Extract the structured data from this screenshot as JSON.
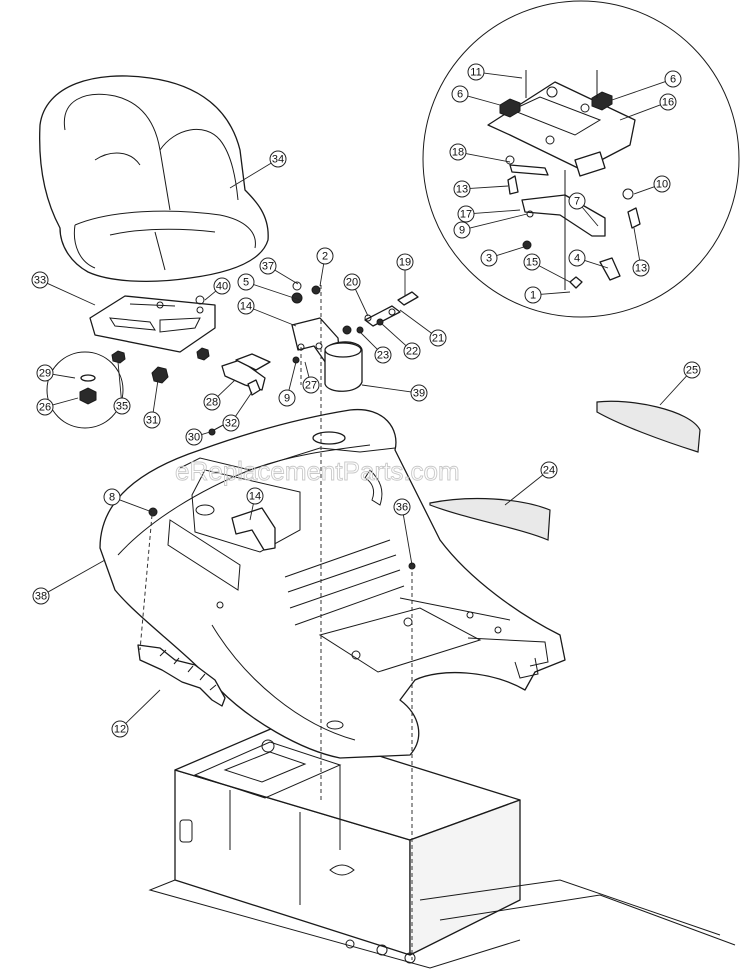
{
  "watermark": "eReplacementParts.com",
  "callouts": [
    {
      "id": "c34",
      "label": "34"
    },
    {
      "id": "c33",
      "label": "33"
    },
    {
      "id": "c40",
      "label": "40"
    },
    {
      "id": "c29",
      "label": "29"
    },
    {
      "id": "c26",
      "label": "26"
    },
    {
      "id": "c35",
      "label": "35"
    },
    {
      "id": "c31",
      "label": "31"
    },
    {
      "id": "c37",
      "label": "37"
    },
    {
      "id": "c5",
      "label": "5"
    },
    {
      "id": "c14a",
      "label": "14"
    },
    {
      "id": "c2",
      "label": "2"
    },
    {
      "id": "c20",
      "label": "20"
    },
    {
      "id": "c19",
      "label": "19"
    },
    {
      "id": "c21",
      "label": "21"
    },
    {
      "id": "c22",
      "label": "22"
    },
    {
      "id": "c23",
      "label": "23"
    },
    {
      "id": "c39",
      "label": "39"
    },
    {
      "id": "c27",
      "label": "27"
    },
    {
      "id": "c9a",
      "label": "9"
    },
    {
      "id": "c28",
      "label": "28"
    },
    {
      "id": "c32",
      "label": "32"
    },
    {
      "id": "c30",
      "label": "30"
    },
    {
      "id": "c11",
      "label": "11"
    },
    {
      "id": "c6a",
      "label": "6"
    },
    {
      "id": "c6b",
      "label": "6"
    },
    {
      "id": "c16",
      "label": "16"
    },
    {
      "id": "c18",
      "label": "18"
    },
    {
      "id": "c13a",
      "label": "13"
    },
    {
      "id": "c10",
      "label": "10"
    },
    {
      "id": "c17",
      "label": "17"
    },
    {
      "id": "c7",
      "label": "7"
    },
    {
      "id": "c9b",
      "label": "9"
    },
    {
      "id": "c3",
      "label": "3"
    },
    {
      "id": "c4",
      "label": "4"
    },
    {
      "id": "c13b",
      "label": "13"
    },
    {
      "id": "c15",
      "label": "15"
    },
    {
      "id": "c1",
      "label": "1"
    },
    {
      "id": "c25",
      "label": "25"
    },
    {
      "id": "c24",
      "label": "24"
    },
    {
      "id": "c8",
      "label": "8"
    },
    {
      "id": "c14b",
      "label": "14"
    },
    {
      "id": "c36",
      "label": "36"
    },
    {
      "id": "c38",
      "label": "38"
    },
    {
      "id": "c12",
      "label": "12"
    }
  ]
}
